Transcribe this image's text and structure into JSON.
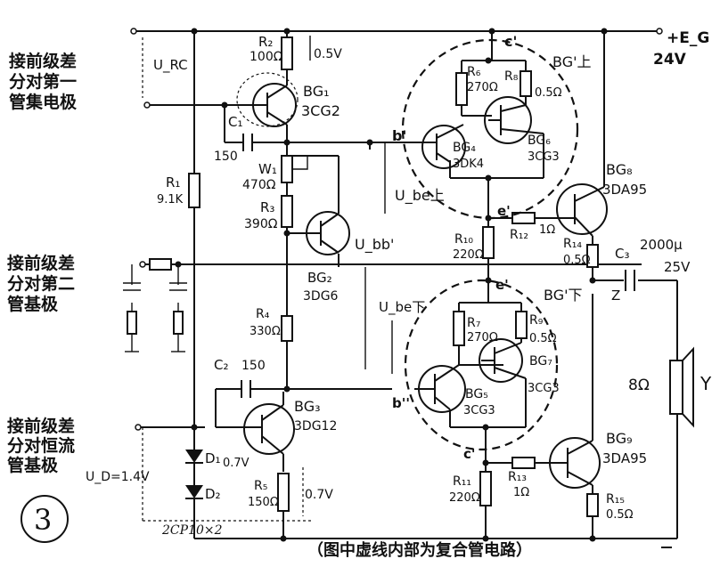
{
  "labels": {
    "input_top": [
      "接前级差",
      "分对第一",
      "管集电极"
    ],
    "input_mid": [
      "接前级差",
      "分对第二",
      "管基极"
    ],
    "input_bot": [
      "接前级差",
      "分对恒流",
      "管基极"
    ],
    "u_rc": "U_RC",
    "supply": "+E_G",
    "supply_v": "24V",
    "r2": "R₂",
    "r2_val": "100Ω",
    "v05": "0.5V",
    "bg1": "BG₁",
    "bg1_type": "3CG2",
    "c1": "C₁",
    "c1_val": "150",
    "r1": "R₁",
    "r1_val": "9.1K",
    "w1": "W₁",
    "w1_val": "470Ω",
    "r3": "R₃",
    "r3_val": "390Ω",
    "bg2": "BG₂",
    "bg2_type": "3DG6",
    "ubb": "U_bb'",
    "r4": "R₄",
    "r4_val": "330Ω",
    "c2": "C₂",
    "c2_val": "150",
    "bg3": "BG₃",
    "bg3_type": "3DG12",
    "d1": "D₁",
    "d1_v": "0.7V",
    "d2": "D₂",
    "r5": "R₅",
    "r5_val": "150Ω",
    "v07": "0.7V",
    "ud": "U_D=1.4V",
    "diode_part": "2CP10×2",
    "circle_num": "3",
    "c_prime": "c'",
    "r6": "R₆",
    "r6_val": "270Ω",
    "r8": "R₈",
    "r8_val": "0.5Ω",
    "bg_top": "BG'上",
    "b_prime": "b'",
    "bg4": "BG₄",
    "bg4_type": "3DK4",
    "bg6": "BG₆",
    "bg6_type": "3CG3",
    "ube_top": "U_be上",
    "e_prime": "e'",
    "r10": "R₁₀",
    "r10_val": "220Ω",
    "r12": "R₁₂",
    "r12_val": "1Ω",
    "r14": "R₁₄",
    "r14_val": "0.5Ω",
    "bg8": "BG₈",
    "bg8_type": "3DA95",
    "c3": "C₃",
    "c3_val": "2000μ",
    "c3_v": "25V",
    "z": "Z",
    "bg_bot": "BG'下",
    "e_prime_bot": "e'",
    "ube_bot": "U_be下",
    "r7": "R₇",
    "r7_val": "270Ω",
    "r9": "R₉",
    "r9_val": "0.5Ω",
    "bg7": "BG₇",
    "bg7_type": "3CG3",
    "b_dprime": "b''",
    "bg5": "BG₅",
    "bg5_type": "3CG3",
    "c_dprime": "c'",
    "r11": "R₁₁",
    "r11_val": "220Ω",
    "r13": "R₁₃",
    "r13_val": "1Ω",
    "bg9": "BG₉",
    "bg9_type": "3DA95",
    "r15": "R₁₅",
    "r15_val": "0.5Ω",
    "speaker_ohm": "8Ω",
    "speaker": "Y",
    "caption": "（图中虚线内部为复合管电路）"
  }
}
